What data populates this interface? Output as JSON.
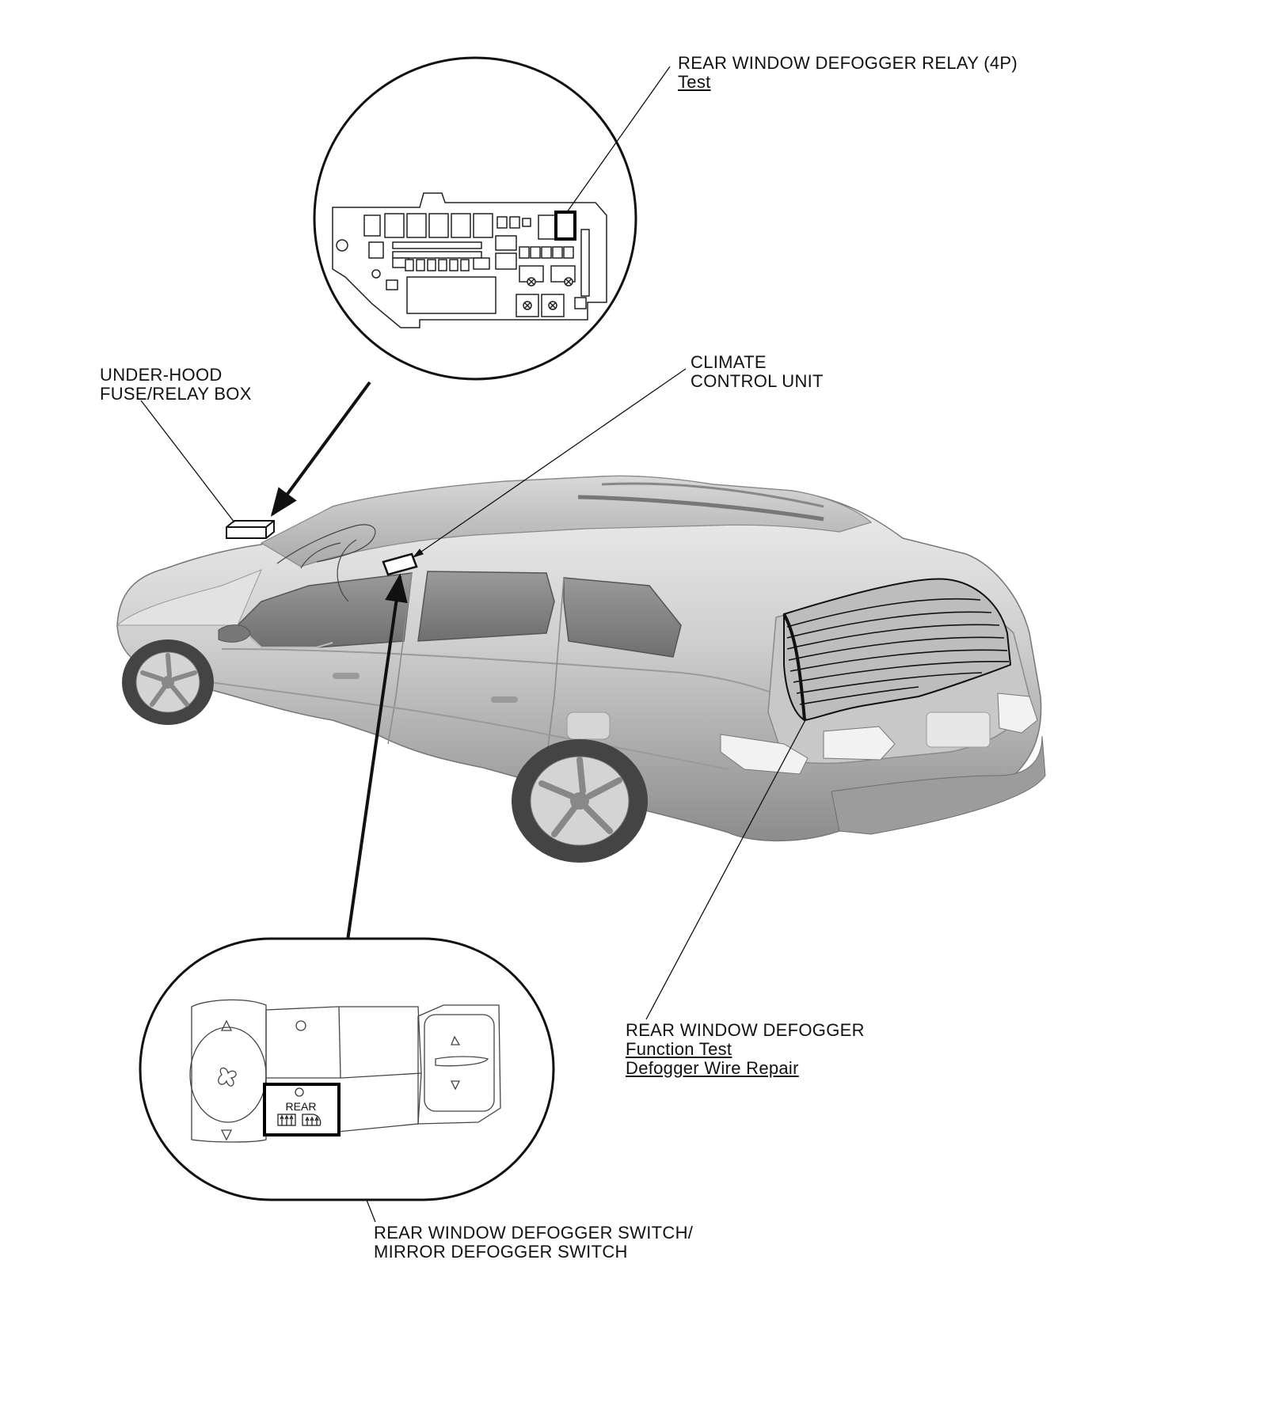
{
  "labels": {
    "relay": {
      "title": "REAR WINDOW DEFOGGER RELAY (4P)",
      "link": "Test"
    },
    "fuse_box": {
      "line1": "UNDER-HOOD",
      "line2": "FUSE/RELAY BOX"
    },
    "climate_unit": {
      "line1": "CLIMATE",
      "line2": "CONTROL UNIT"
    },
    "defogger": {
      "title": "REAR WINDOW DEFOGGER",
      "links": [
        "Function Test",
        "Defogger Wire Repair"
      ]
    },
    "switch": {
      "line1": "REAR WINDOW DEFOGGER SWITCH/",
      "line2": "MIRROR DEFOGGER SWITCH"
    }
  },
  "switch_panel": {
    "button_text": "REAR"
  },
  "colors": {
    "ink": "#111111",
    "body_light": "#e6e6e6",
    "body_dark": "#8a8a8a"
  }
}
